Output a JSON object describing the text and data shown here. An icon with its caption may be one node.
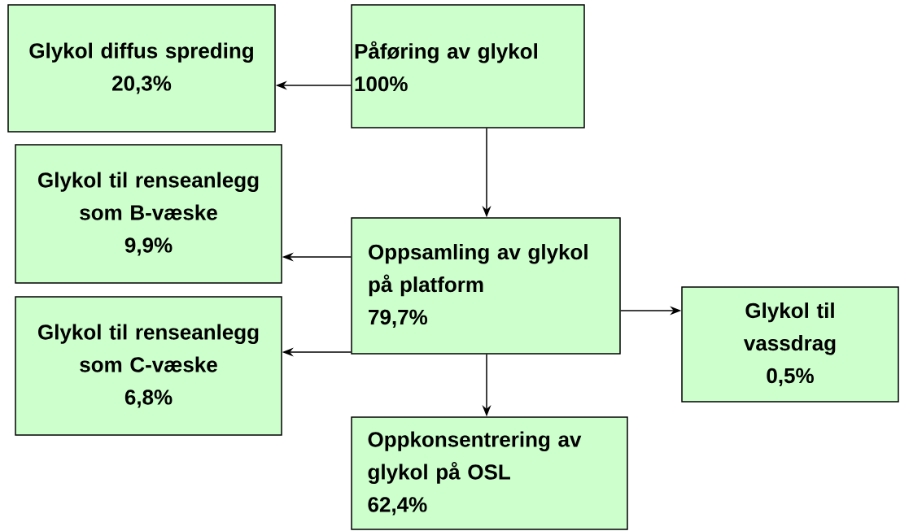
{
  "diagram": {
    "nodes": [
      {
        "text": [
          "Påføring av glykol",
          "100%"
        ]
      },
      {
        "text": [
          "Glykol diffus spreding",
          "20,3%"
        ]
      },
      {
        "text": [
          "Oppsamling av glykol på platform",
          "79,7%"
        ]
      },
      {
        "text": [
          "Glykol til renseanlegg som B-væske",
          "9,9%"
        ]
      },
      {
        "text": [
          "Glykol til renseanlegg som C-væske",
          "6,8%"
        ]
      },
      {
        "text": [
          "Glykol til vassdrag",
          "0,5%"
        ]
      },
      {
        "text": [
          "Oppkonsentrering av glykol på OSL",
          "62,4%"
        ]
      }
    ],
    "edges": [
      {
        "from": 0,
        "to": 1,
        "arrow": "to"
      },
      {
        "from": 0,
        "to": 2,
        "arrow": "to"
      },
      {
        "from": 2,
        "to": 3,
        "arrow": "to"
      },
      {
        "from": 2,
        "to": 4,
        "arrow": "to"
      },
      {
        "from": 2,
        "to": 5,
        "arrow": "to"
      },
      {
        "from": 2,
        "to": 6,
        "arrow": "to"
      }
    ]
  }
}
